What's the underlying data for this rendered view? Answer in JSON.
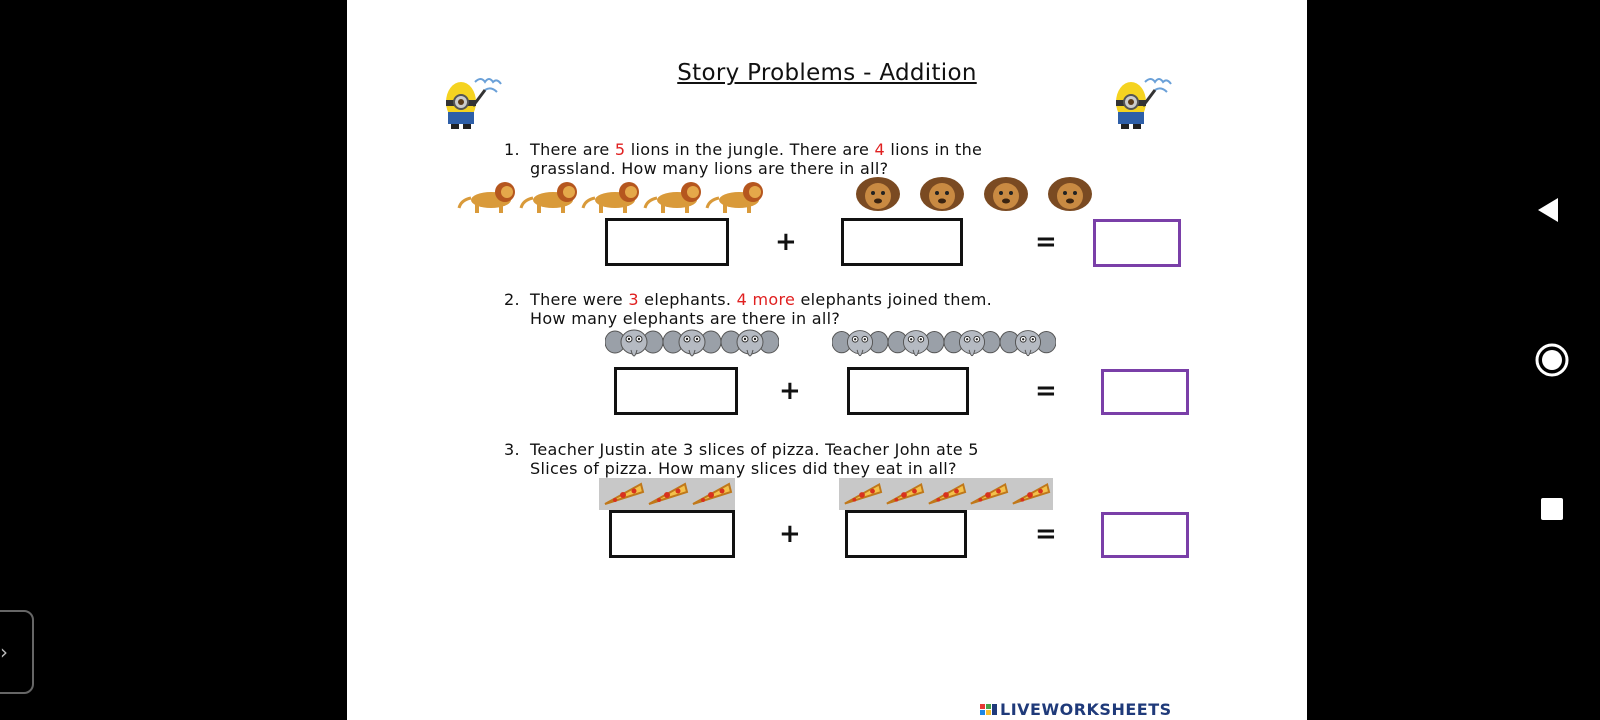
{
  "worksheet": {
    "title": "Story Problems - Addition",
    "questions": [
      {
        "number": "1.",
        "line1_parts": [
          "There are ",
          "5",
          " lions in the jungle. There are ",
          "4",
          " lions in the"
        ],
        "line2": "grassland. How many lions are there in all?",
        "picture_a": "lion-cartoon",
        "count_a": 5,
        "picture_b": "lion-photo",
        "count_b": 4
      },
      {
        "number": "2.",
        "line1_parts": [
          "There were ",
          "3",
          " elephants. ",
          "4 more",
          " elephants joined them."
        ],
        "line2": "How many elephants are there in all?",
        "picture_a": "elephant",
        "count_a": 3,
        "picture_b": "elephant",
        "count_b": 4
      },
      {
        "number": "3.",
        "line1": "Teacher Justin ate 3 slices of pizza. Teacher John ate 5",
        "line2": "Slices of pizza. How many slices did they eat in all?",
        "picture_a": "pizza-slice",
        "count_a": 3,
        "picture_b": "pizza-slice",
        "count_b": 5
      }
    ],
    "plus_sign": "+",
    "equals_sign": "=",
    "brand": "LIVEWORKSHEETS",
    "decorations": [
      "minion-left",
      "minion-right"
    ]
  },
  "navigation_bar": {
    "icons": [
      "back-triangle-icon",
      "home-circle-icon",
      "recents-square-icon"
    ]
  },
  "side_panel": {
    "icon": "chevron-right-icon"
  },
  "colors": {
    "accent_red": "#e02020",
    "answer_box_purple": "#7a3fa8",
    "brand_blue": "#1f3a7a",
    "background": "#000000"
  }
}
